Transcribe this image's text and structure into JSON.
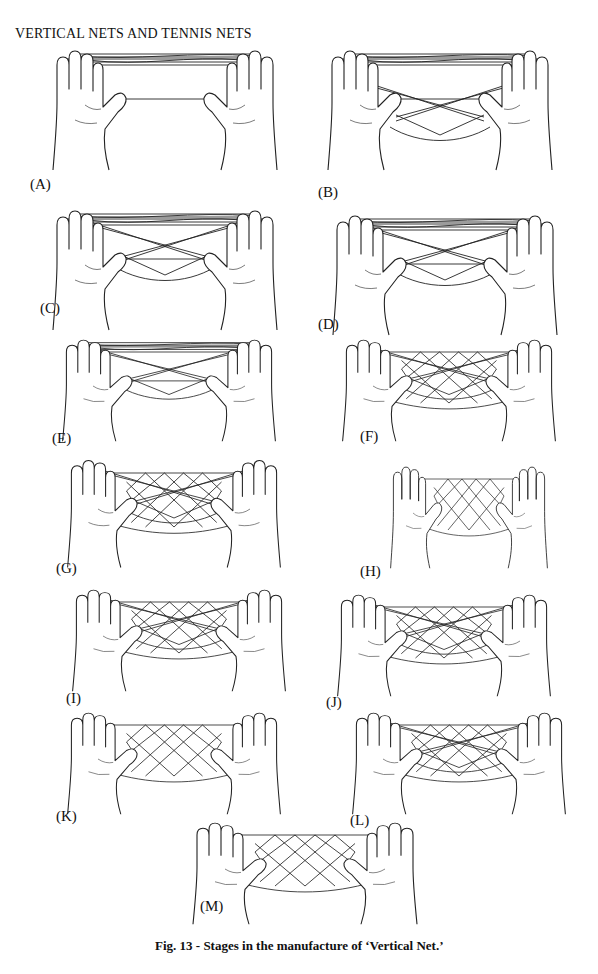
{
  "diagram": {
    "title": "VERTICAL NETS AND TENNIS NETS",
    "caption": "Fig. 13 - Stages in the manufacture of ‘Vertical Net.’",
    "labels": [
      "(A)",
      "(B)",
      "(C)",
      "(D)",
      "(E)",
      "(F)",
      "(G)",
      "(H)",
      "(I)",
      "(J)",
      "(K)",
      "(L)",
      "(M)"
    ]
  }
}
